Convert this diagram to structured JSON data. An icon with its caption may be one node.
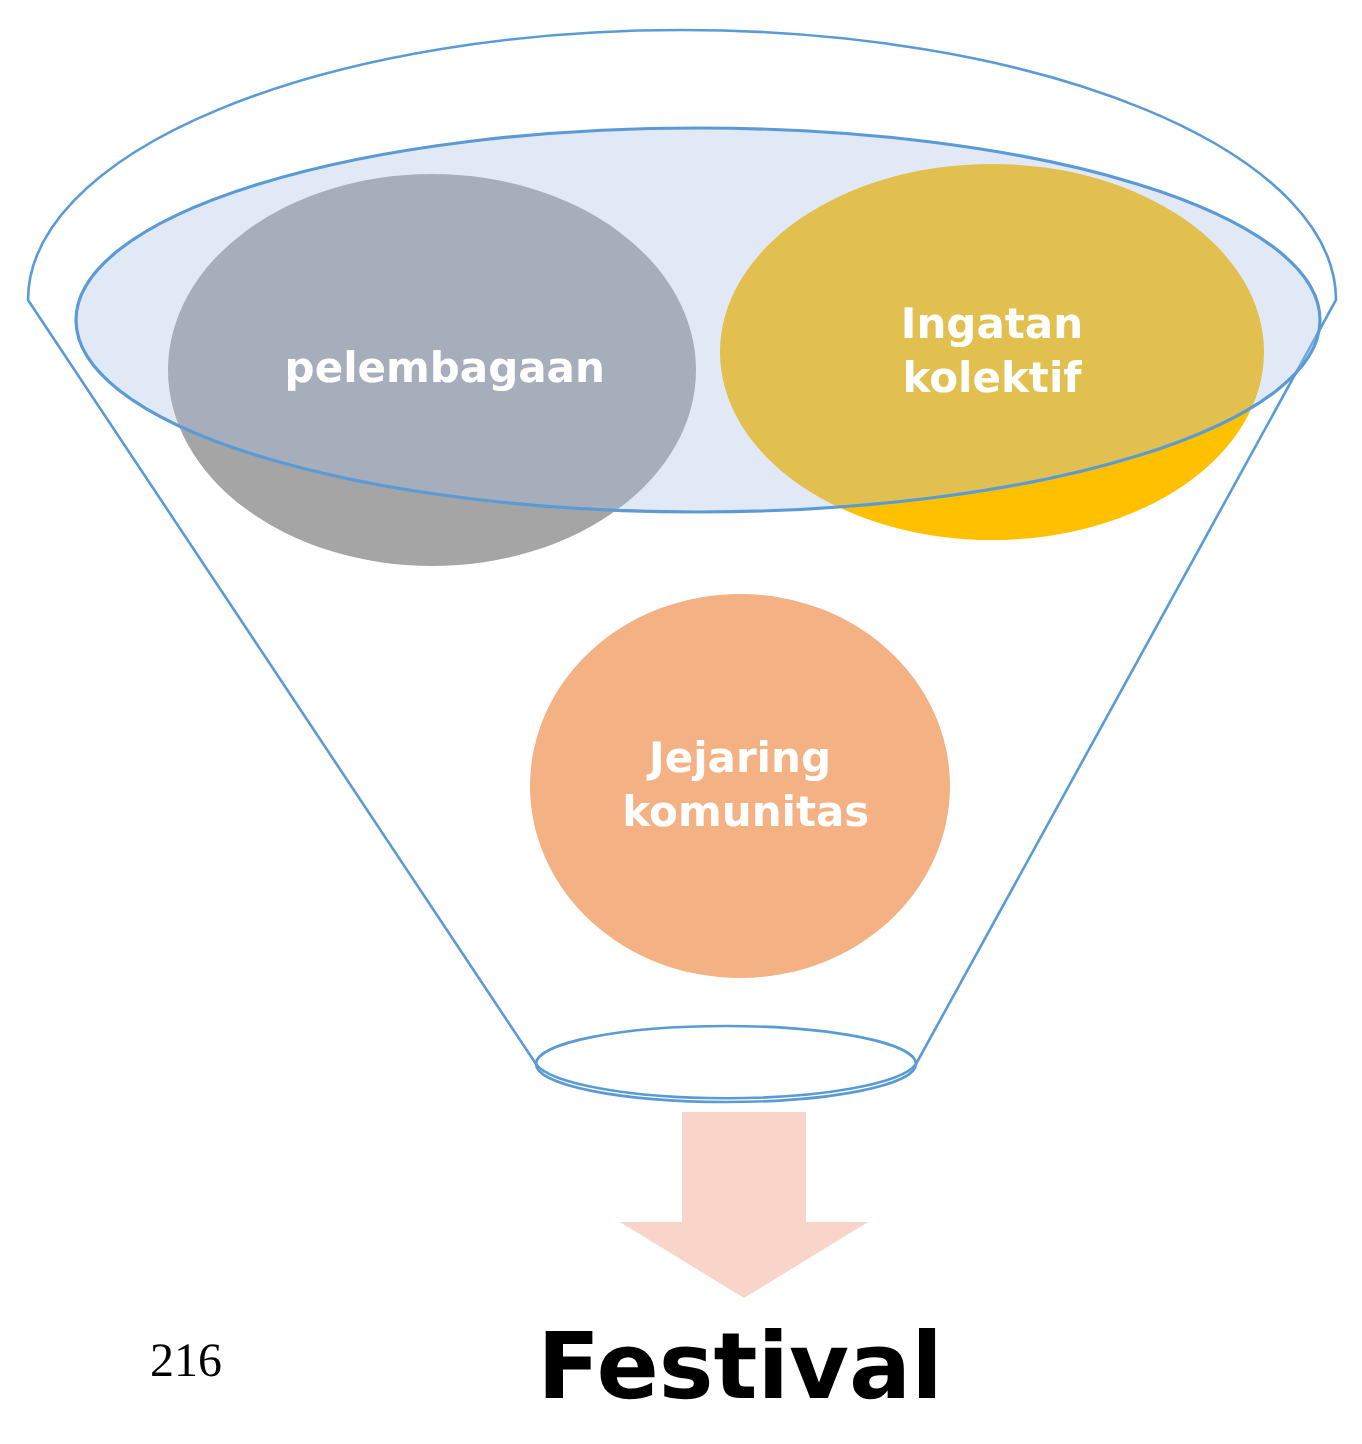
{
  "diagram": {
    "nodes": [
      {
        "text": [],
        "shape": "funnel"
      },
      {
        "text": [
          "pelembagaan"
        ],
        "in": 0
      },
      {
        "text": [
          "Ingatan kolektif"
        ],
        "in": 0
      },
      {
        "text": [
          "Jejaring komunitas"
        ],
        "in": 0
      },
      {
        "text": [
          "Festival"
        ]
      }
    ],
    "edges": [
      {
        "from": 0,
        "to": 4,
        "arrow": "to",
        "color": "#f8d5c8"
      }
    ],
    "labels": [
      "216"
    ]
  }
}
